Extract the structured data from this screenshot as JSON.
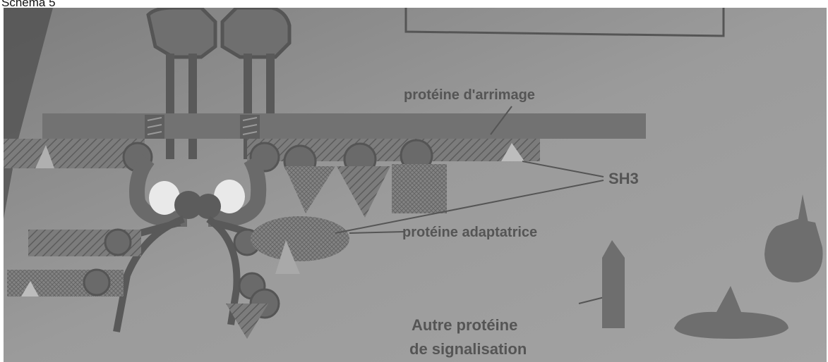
{
  "page": {
    "title": "Schéma 5"
  },
  "labels": {
    "docking_protein": "protéine d'arrimage",
    "sh3": "SH3",
    "adaptor_protein": "protéine adaptatrice",
    "other_protein_line1": "Autre protéine",
    "other_protein_line2": "de signalisation"
  },
  "colors": {
    "background": "#9a9a9a",
    "shape_fill": "#6f6f6f",
    "text": "#555555"
  }
}
